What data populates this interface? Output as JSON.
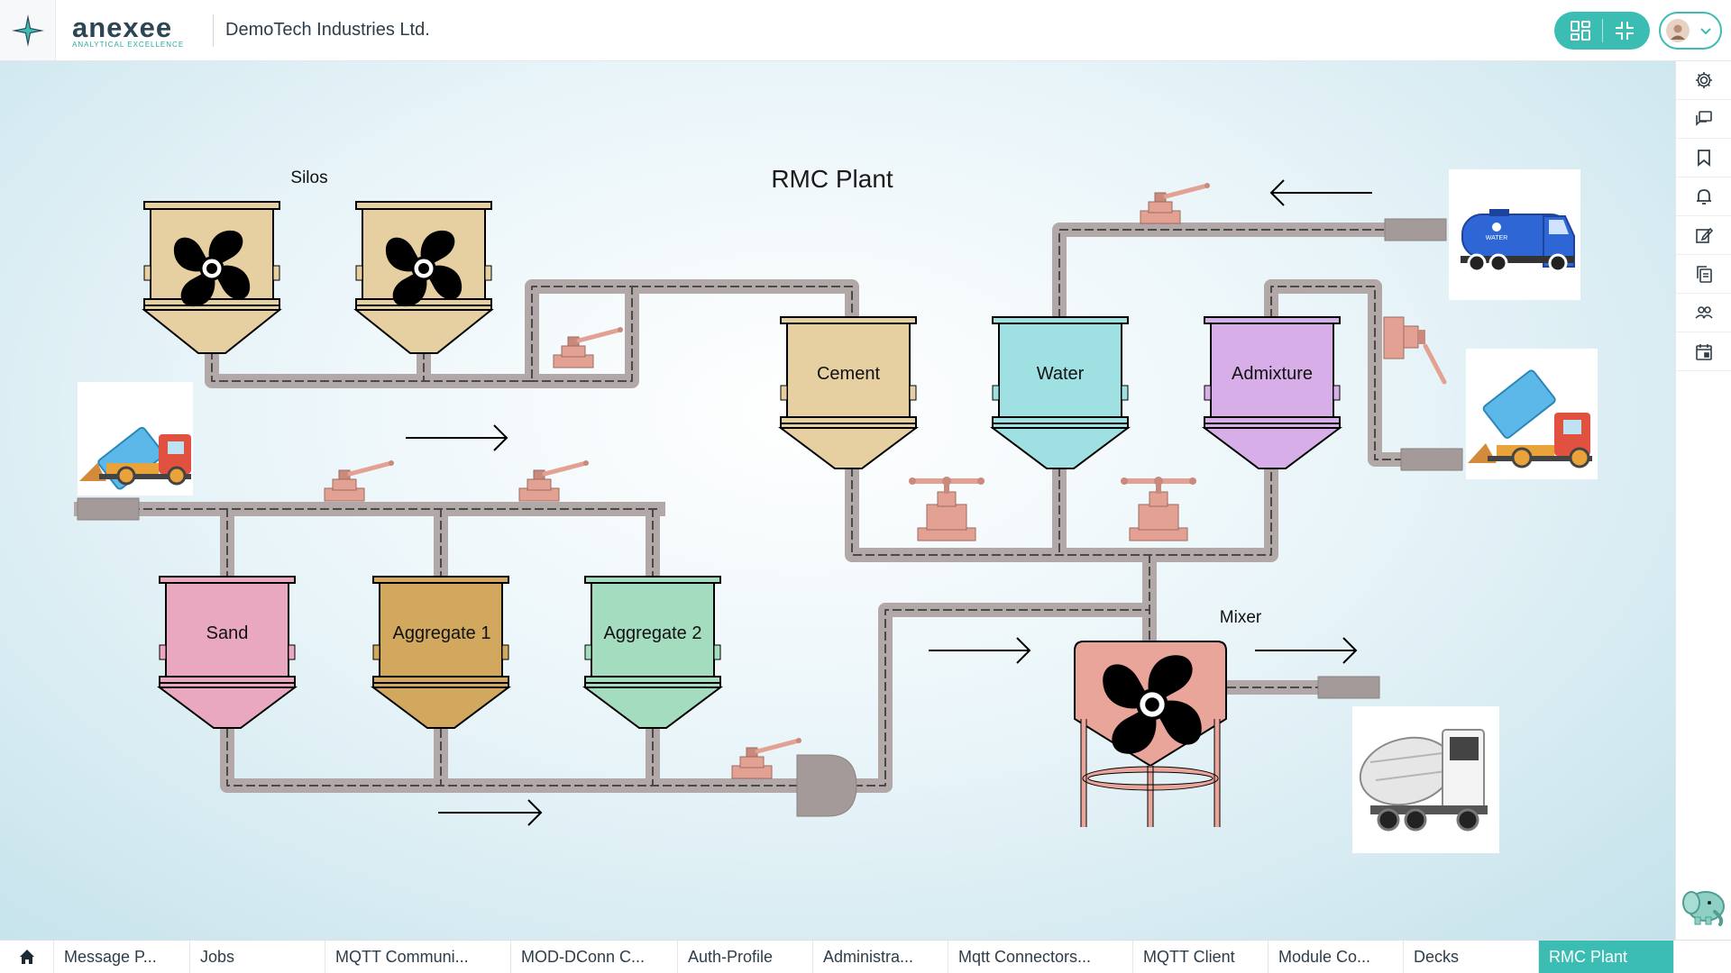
{
  "header": {
    "brand_name": "anexee",
    "brand_tagline": "ANALYTICAL EXCELLENCE",
    "org_name": "DemoTech Industries Ltd.",
    "accent_color": "#3cbdb4"
  },
  "diagram": {
    "title": "RMC Plant",
    "silos_label": "Silos",
    "mixer_label": "Mixer",
    "bins": {
      "cement": "Cement",
      "water": "Water",
      "admixture": "Admixture",
      "sand": "Sand",
      "aggregate1": "Aggregate 1",
      "aggregate2": "Aggregate 2"
    },
    "water_truck_text": "WATER",
    "colors": {
      "silo": "#e6cfa1",
      "cement": "#e6cfa1",
      "water": "#9fe0e3",
      "admixture": "#d8aee8",
      "sand": "#e9a8c0",
      "aggregate1": "#d1a85e",
      "aggregate2": "#a3dcbe",
      "valve": "#e2a192",
      "mixer": "#eaa59b",
      "pipe": "#b1a8a7"
    }
  },
  "right_rail": [
    "gear-icon",
    "chat-icon",
    "bookmark-icon",
    "bell-icon",
    "edit-icon",
    "copy-icon",
    "users-icon",
    "calendar-icon"
  ],
  "tabs": [
    {
      "label": "Message P...",
      "active": false
    },
    {
      "label": "Jobs",
      "active": false
    },
    {
      "label": "MQTT Communi...",
      "active": false
    },
    {
      "label": "MOD-DConn C...",
      "active": false
    },
    {
      "label": "Auth-Profile",
      "active": false
    },
    {
      "label": "Administra...",
      "active": false
    },
    {
      "label": "Mqtt Connectors...",
      "active": false
    },
    {
      "label": "MQTT Client",
      "active": false
    },
    {
      "label": "Module Co...",
      "active": false
    },
    {
      "label": "Decks",
      "active": false
    },
    {
      "label": "RMC Plant",
      "active": true
    }
  ]
}
